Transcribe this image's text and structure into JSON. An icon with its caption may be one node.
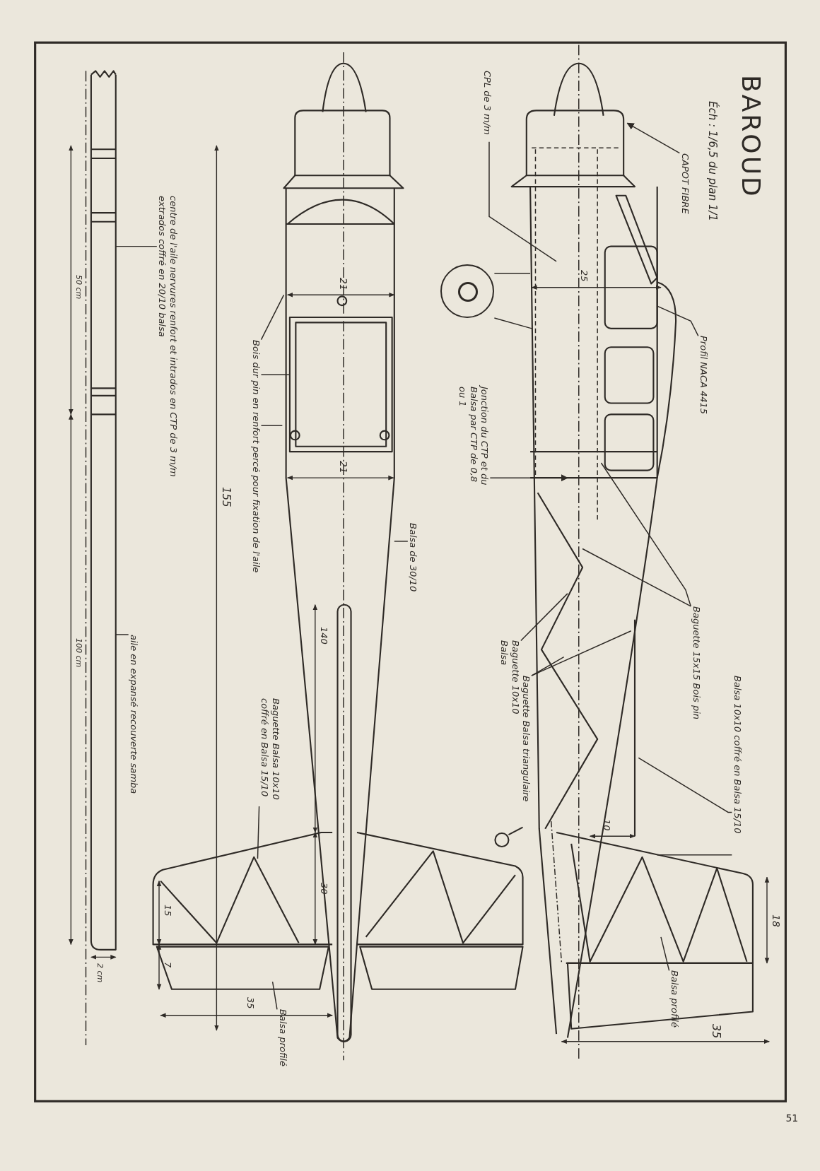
{
  "diagram": {
    "title": "BAROUD",
    "nodes": [
      {
        "text": [
          "CPL de 3 m/m"
        ]
      },
      {
        "text": [
          "CAPOT FIBRE"
        ]
      },
      {
        "text": [],
        "shape": "circle"
      },
      {
        "text": [
          "Profil NACA 4415"
        ]
      },
      {
        "text": [
          "Jonction du CTP et du Balsa par CTP de 0,8 ou 1"
        ]
      },
      {
        "text": [
          "Baguette 15x15 Bois pin"
        ]
      },
      {
        "text": [
          "Balsa 10x10 coffré en Balsa 15/10"
        ]
      },
      {
        "text": [
          "Baguette Balsa triangulaire"
        ]
      },
      {
        "text": [
          "Baguette 10x10 Balsa"
        ]
      },
      {
        "text": [
          "Balsa profilé"
        ]
      },
      {
        "text": [
          "Bois dur pin en renfort percé pour fixation de l'aile"
        ]
      },
      {
        "text": [
          "Balsa de 30/10"
        ]
      },
      {
        "text": [
          "Baguette Balsa 10x10 coffré en Balsa 15/10"
        ]
      },
      {
        "text": [
          "Balsa profilé"
        ]
      },
      {
        "text": [
          "centre de l'aile nervures renfort et intrados en CTP de 3 m/m extrados coffré en 20/10 balsa"
        ]
      },
      {
        "text": [
          "aile en expansé recouverte samba"
        ]
      },
      {
        "text": [],
        "shape": "picture"
      }
    ],
    "edges": [
      {
        "from": 0,
        "to": null,
        "arrow": "none"
      },
      {
        "from": 1,
        "to": null,
        "arrow": "to"
      },
      {
        "from": 2,
        "to": null,
        "arrow": "none"
      },
      {
        "from": 2,
        "to": null,
        "arrow": "none"
      },
      {
        "from": 3,
        "to": null,
        "arrow": "none"
      },
      {
        "from": 4,
        "to": null,
        "arrow": "to"
      },
      {
        "from": 5,
        "to": null,
        "arrow": "none"
      },
      {
        "from": 5,
        "to": null,
        "arrow": "none"
      },
      {
        "from": 6,
        "to": null,
        "arrow": "none"
      },
      {
        "from": 6,
        "to": null,
        "arrow": "none"
      },
      {
        "from": 7,
        "to": null,
        "arrow": "none"
      },
      {
        "from": 7,
        "to": null,
        "arrow": "none"
      },
      {
        "from": 8,
        "to": null,
        "arrow": "none"
      },
      {
        "from": 9,
        "to": null,
        "arrow": "none"
      },
      {
        "from": 10,
        "to": null,
        "arrow": "none"
      },
      {
        "from": 10,
        "to": null,
        "arrow": "none"
      },
      {
        "from": 10,
        "to": null,
        "arrow": "none"
      },
      {
        "from": 11,
        "to": null,
        "arrow": "none"
      },
      {
        "from": 12,
        "to": null,
        "arrow": "none"
      },
      {
        "from": 13,
        "to": null,
        "arrow": "none"
      },
      {
        "from": 14,
        "to": 16,
        "arrow": "none"
      },
      {
        "from": 15,
        "to": 16,
        "arrow": "none"
      }
    ],
    "labels": [
      "Éch : 1/6,5 du plan 1/1",
      "25",
      "10",
      "18",
      "35",
      "21",
      "21",
      "155",
      "140",
      "30",
      "15",
      "7",
      "35",
      "50 cm",
      "100 cm",
      "2 cm",
      "51"
    ]
  }
}
